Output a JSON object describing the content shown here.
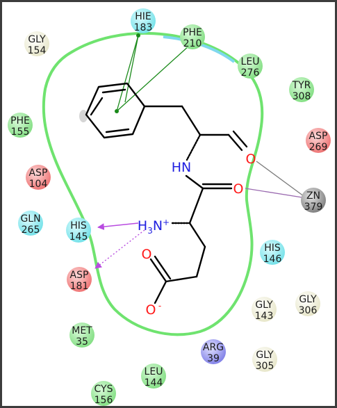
{
  "colors": {
    "frame": "#3c3c3c",
    "pocket": "#6fe36f",
    "pocket_exposed": "#7fd8ee",
    "pi_stack": "#1a8a1a",
    "h_bond": "#b84be0",
    "metal_coord": "#7a7a7a",
    "bond": "#000000",
    "oxygen": "#ff1a1a",
    "nitrogen": "#1f1fe0"
  },
  "residue_colors": {
    "green": "#8fe68f",
    "cyan": "#7fe6ec",
    "red": "#f07a7a",
    "cream": "#f0efd6",
    "blue": "#8f8ff0",
    "grey": "#9a9a9a"
  },
  "residues": [
    {
      "id": "hie183",
      "name": "HIE",
      "num": "183",
      "color": "cyan"
    },
    {
      "id": "phe210",
      "name": "PHE",
      "num": "210",
      "color": "green"
    },
    {
      "id": "gly154",
      "name": "GLY",
      "num": "154",
      "color": "cream"
    },
    {
      "id": "leu276",
      "name": "LEU",
      "num": "276",
      "color": "green"
    },
    {
      "id": "tyr308",
      "name": "TYR",
      "num": "308",
      "color": "green"
    },
    {
      "id": "phe155",
      "name": "PHE",
      "num": "155",
      "color": "green"
    },
    {
      "id": "asp269",
      "name": "ASP",
      "num": "269",
      "color": "red"
    },
    {
      "id": "asp104",
      "name": "ASP",
      "num": "104",
      "color": "red"
    },
    {
      "id": "zn379",
      "name": "ZN",
      "num": "379",
      "color": "grey"
    },
    {
      "id": "gln265",
      "name": "GLN",
      "num": "265",
      "color": "cyan"
    },
    {
      "id": "his145",
      "name": "HIS",
      "num": "145",
      "color": "cyan"
    },
    {
      "id": "his146",
      "name": "HIS",
      "num": "146",
      "color": "cyan"
    },
    {
      "id": "asp181",
      "name": "ASP",
      "num": "181",
      "color": "red"
    },
    {
      "id": "gly306",
      "name": "GLY",
      "num": "306",
      "color": "cream"
    },
    {
      "id": "gly143",
      "name": "GLY",
      "num": "143",
      "color": "cream"
    },
    {
      "id": "met35",
      "name": "MET",
      "num": "35",
      "color": "green"
    },
    {
      "id": "arg39",
      "name": "ARG",
      "num": "39",
      "color": "blue"
    },
    {
      "id": "gly305",
      "name": "GLY",
      "num": "305",
      "color": "cream"
    },
    {
      "id": "leu144",
      "name": "LEU",
      "num": "144",
      "color": "green"
    },
    {
      "id": "cys156",
      "name": "CYS",
      "num": "156",
      "color": "green"
    }
  ],
  "ligand_labels": {
    "o_aldehyde": "O",
    "o_amide": "O",
    "nh": "HN",
    "h3n": "H",
    "h3n_sub": "3",
    "h3n_n": "N",
    "h3n_charge": "+",
    "o_carboxyl": "O",
    "o_carboxylate": "O",
    "o_charge": "-"
  }
}
